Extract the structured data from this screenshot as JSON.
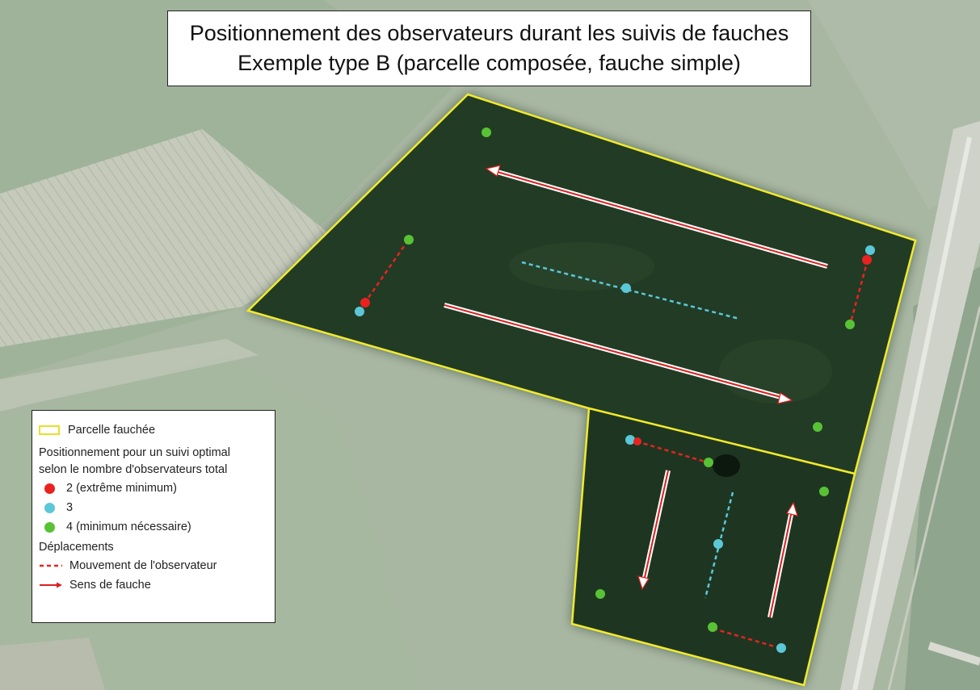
{
  "title": {
    "line1": "Positionnement des observateurs durant les suivis de fauches",
    "line2": "Exemple type B (parcelle composée, fauche simple)"
  },
  "legend": {
    "parcel_label": "Parcelle fauchée",
    "positioning_heading_line1": "Positionnement pour un suivi optimal",
    "positioning_heading_line2": "selon le nombre d'observateurs total",
    "observers": [
      {
        "label": "2 (extrême minimum)",
        "color": "#e8231f"
      },
      {
        "label": "3",
        "color": "#5bc8d8"
      },
      {
        "label": "4 (minimum nécessaire)",
        "color": "#58c235"
      }
    ],
    "movement_heading": "Déplacements",
    "observer_movement_label": "Mouvement de l'observateur",
    "mowing_direction_label": "Sens de fauche"
  },
  "colors": {
    "parcel_outline": "#f2ea2c",
    "red": "#e8231f",
    "cyan": "#5bc8d8",
    "green": "#58c235",
    "field": "#1f3a22"
  }
}
